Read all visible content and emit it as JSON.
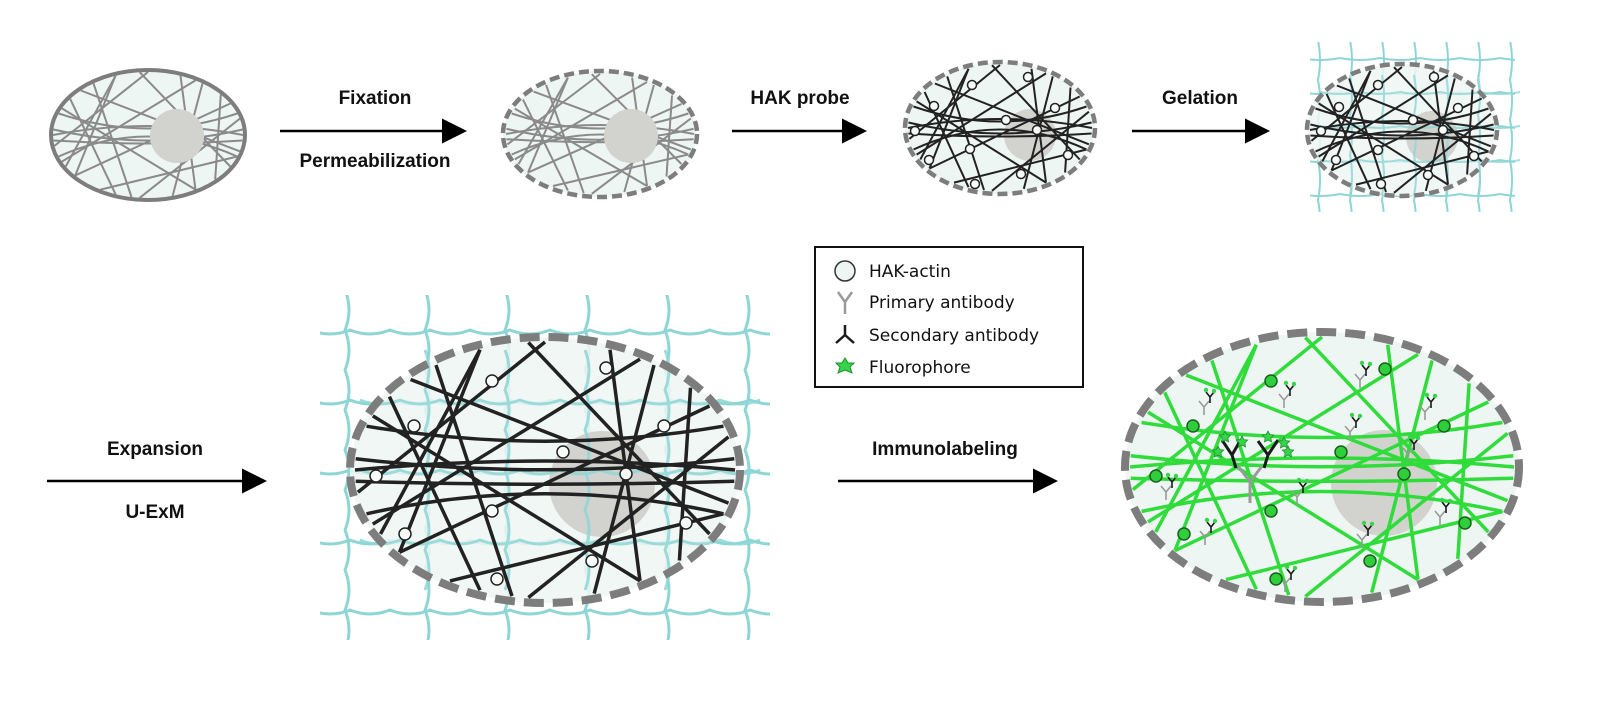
{
  "colors": {
    "cell_fill": "#eef6f3",
    "nucleus": "#cfcfcc",
    "membrane": "#7d7d7d",
    "fiber_fixed": "#8a8a8a",
    "fiber_probe": "#222222",
    "gel": "#8ed6d6",
    "labeled_fiber": "#2fdc3a",
    "hak_dot": "#f6fbf7",
    "labeled_dot": "#2fcf3b",
    "primary_antibody": "#9a9a9a",
    "secondary_antibody": "#1a1a1a",
    "fluorophore": "#35d44a"
  },
  "steps": {
    "fixation": {
      "label_top": "Fixation",
      "label_bottom": "Permeabilization"
    },
    "hak_probe": {
      "label_top": "HAK probe"
    },
    "gelation": {
      "label_top": "Gelation"
    },
    "expansion": {
      "label_top": "Expansion",
      "label_bottom": "U-ExM"
    },
    "immunolabeling": {
      "label_top": "Immunolabeling"
    }
  },
  "legend": {
    "items": [
      {
        "label": "HAK-actin",
        "icon": "circle-icon"
      },
      {
        "label": "Primary antibody",
        "icon": "primary-antibody-icon"
      },
      {
        "label": "Secondary antibody",
        "icon": "secondary-antibody-icon"
      },
      {
        "label": "Fluorophore",
        "icon": "fluorophore-star-icon"
      }
    ]
  }
}
